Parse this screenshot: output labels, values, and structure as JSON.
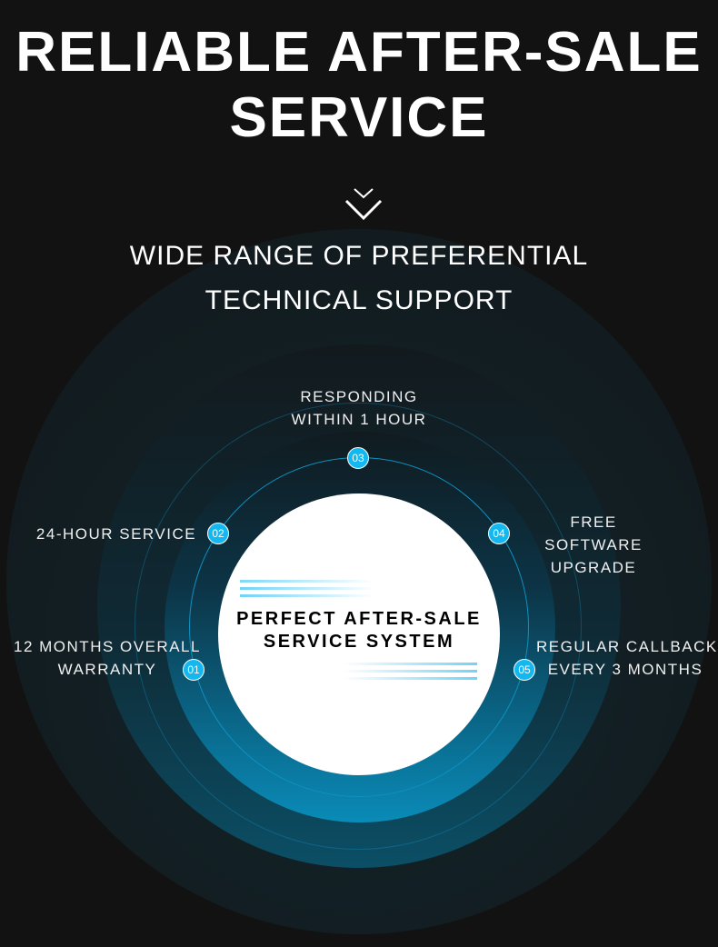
{
  "header": {
    "title_line1": "RELIABLE AFTER-SALE",
    "title_line2": "SERVICE",
    "subtitle_line1": "WIDE RANGE OF PREFERENTIAL",
    "subtitle_line2": "TECHNICAL SUPPORT"
  },
  "center": {
    "line1": "PERFECT AFTER-SALE",
    "line2": "SERVICE SYSTEM"
  },
  "items": [
    {
      "num": "01",
      "line1": "12 MONTHS OVERALL",
      "line2": "WARRANTY"
    },
    {
      "num": "02",
      "line1": "24-HOUR SERVICE"
    },
    {
      "num": "03",
      "line1": "RESPONDING",
      "line2": "WITHIN 1 HOUR"
    },
    {
      "num": "04",
      "line1": "FREE",
      "line2": "SOFTWARE",
      "line3": "UPGRADE"
    },
    {
      "num": "05",
      "line1": "REGULAR CALLBACK",
      "line2": "EVERY 3 MONTHS"
    }
  ],
  "colors": {
    "background": "#121212",
    "accent": "#12b8ef",
    "ring": "#0a87b0"
  }
}
